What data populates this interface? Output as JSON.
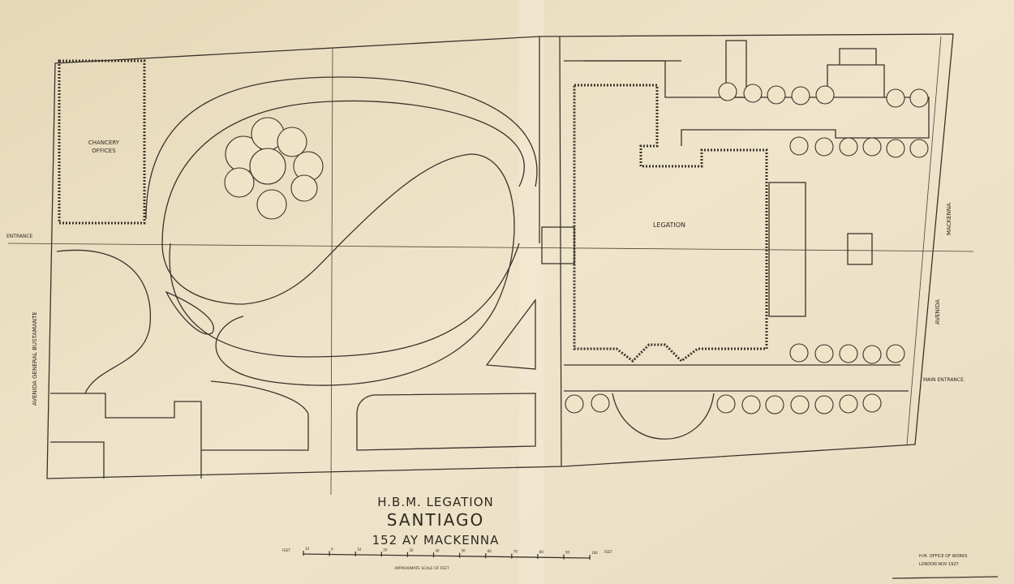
{
  "labels": {
    "chancery_line1": "CHANCERY",
    "chancery_line2": "OFFICES",
    "entrance": "ENTRANCE",
    "avenida_bustamante": "AVENIDA GENERAL BUSTAMANTE",
    "legation": "LEGATION",
    "avenida_mackenna_1": "AVENIDA",
    "avenida_mackenna_2": "MACKENNA",
    "main_entrance": "MAIN ENTRANCE."
  },
  "title": {
    "line1": "H.B.M. LEGATION",
    "line2": "SANTIAGO",
    "line3": "152 AY MACKENNA"
  },
  "scale": {
    "start_label": "FEET",
    "ticks": [
      "10",
      "0",
      "10",
      "20",
      "30",
      "40",
      "50",
      "60",
      "70",
      "80",
      "90",
      "100"
    ],
    "end_label": "FEET",
    "caption": "APPROXIMATE SCALE OF FEET"
  },
  "credit": {
    "line1": "H.M. OFFICE OF WORKS",
    "line2": "LONDON NOV 1927"
  },
  "colors": {
    "paper": "#e8dcc0",
    "ink": "#3a332a"
  }
}
